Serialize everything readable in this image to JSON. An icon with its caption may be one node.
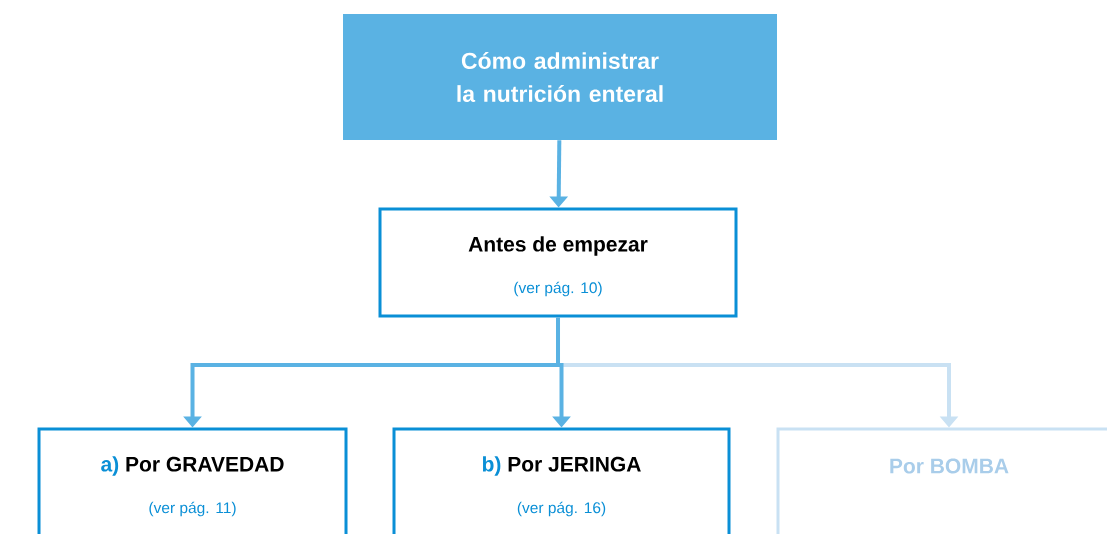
{
  "diagram": {
    "nodes": [
      {
        "text": [
          "Cómo administrar la nutrición enteral"
        ]
      },
      {
        "text": [
          "Antes de empezar",
          "(ver pág. 10)"
        ]
      },
      {
        "text": [
          "a)",
          "Por GRAVEDAD",
          "(ver pág. 11)"
        ]
      },
      {
        "text": [
          "b)",
          "Por JERINGA",
          "(ver pág. 16)"
        ]
      },
      {
        "text": [
          "Por BOMBA"
        ]
      }
    ],
    "edges": [
      {
        "from": 0,
        "to": 1,
        "arrow": "to"
      },
      {
        "from": 1,
        "to": 4,
        "arrow": "to",
        "color": "#c9e1f3"
      },
      {
        "from": 1,
        "to": 2,
        "arrow": "to"
      },
      {
        "from": 1,
        "to": 3,
        "arrow": "to"
      }
    ]
  }
}
